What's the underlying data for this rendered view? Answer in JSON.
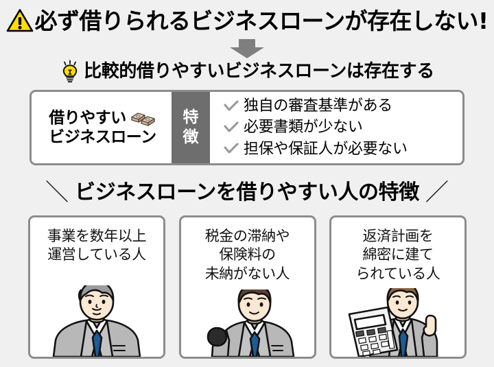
{
  "headline": {
    "icon": "warning-triangle-icon",
    "text": "必ず借りられるビジネスローンが存在しない!"
  },
  "arrow": {
    "icon": "down-arrow-icon",
    "color": "#7f7f7f"
  },
  "subhead": {
    "icon": "lightbulb-icon",
    "text": "比較的借りやすいビジネスローンは存在する"
  },
  "feature_box": {
    "left_line1": "借りやすい",
    "left_line2": "ビジネスローン",
    "money_icon": "money-bundle-icon",
    "band_label": "特徴",
    "band_color": "#6e6e6e",
    "items": [
      {
        "check": "check-icon",
        "text": "独自の審査基準がある"
      },
      {
        "check": "check-icon",
        "text": "必要書類が少ない"
      },
      {
        "check": "check-icon",
        "text": "担保や保証人が必要ない"
      }
    ]
  },
  "section_heading": {
    "slash_left": "＼",
    "text": "ビジネスローンを借りやすい人の特徴",
    "slash_right": "／"
  },
  "cards": [
    {
      "lines": [
        "事業を数年以上",
        "運営している人"
      ],
      "art": "senior-businessman-illustration"
    },
    {
      "lines": [
        "税金の滞納や",
        "保険料の",
        "未納がない人"
      ],
      "art": "businessman-ok-gesture-illustration"
    },
    {
      "lines": [
        "返済計画を",
        "綿密に建て",
        "られている人"
      ],
      "art": "businessman-with-calculator-illustration"
    }
  ],
  "colors": {
    "background": "#f0f0f0",
    "border": "#8c8c8c",
    "warning_yellow": "#ffdd00",
    "check_gray": "#9a9a9a",
    "tie_blue": "#1d5c96",
    "suit_gray": "#b8b8b8"
  }
}
